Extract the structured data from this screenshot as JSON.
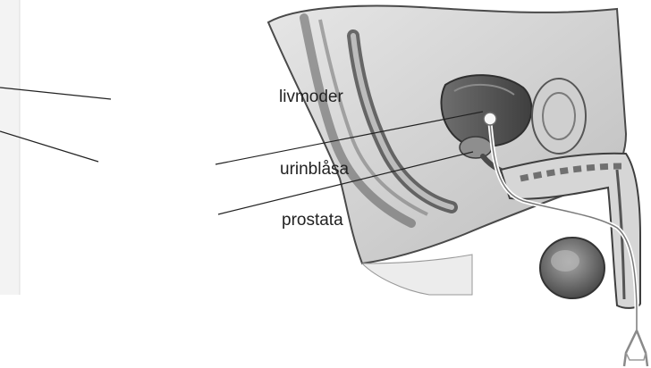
{
  "labels": {
    "livmoder": "livmoder",
    "urinblasa": "urinblåsa",
    "prostata": "prostata"
  },
  "colors": {
    "background": "#ffffff",
    "line": "#222222",
    "text": "#222222",
    "tissue_dark": "#555555",
    "tissue_mid": "#9a9a9a",
    "tissue_light": "#d9d9d9"
  }
}
